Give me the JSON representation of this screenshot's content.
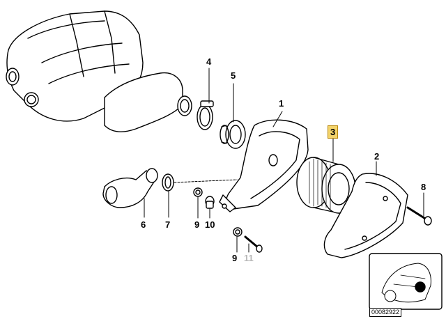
{
  "callouts": {
    "c1": "1",
    "c2": "2",
    "c3": "3",
    "c4": "4",
    "c5": "5",
    "c6": "6",
    "c7": "7",
    "c8": "8",
    "c9a": "9",
    "c9b": "9",
    "c10": "10",
    "c11": "11"
  },
  "highlighted_callout": "3",
  "doc_id": "00082922",
  "colors": {
    "highlight": "#f3d36a",
    "dim_callout": "#b8b8b8",
    "line": "#000000"
  }
}
